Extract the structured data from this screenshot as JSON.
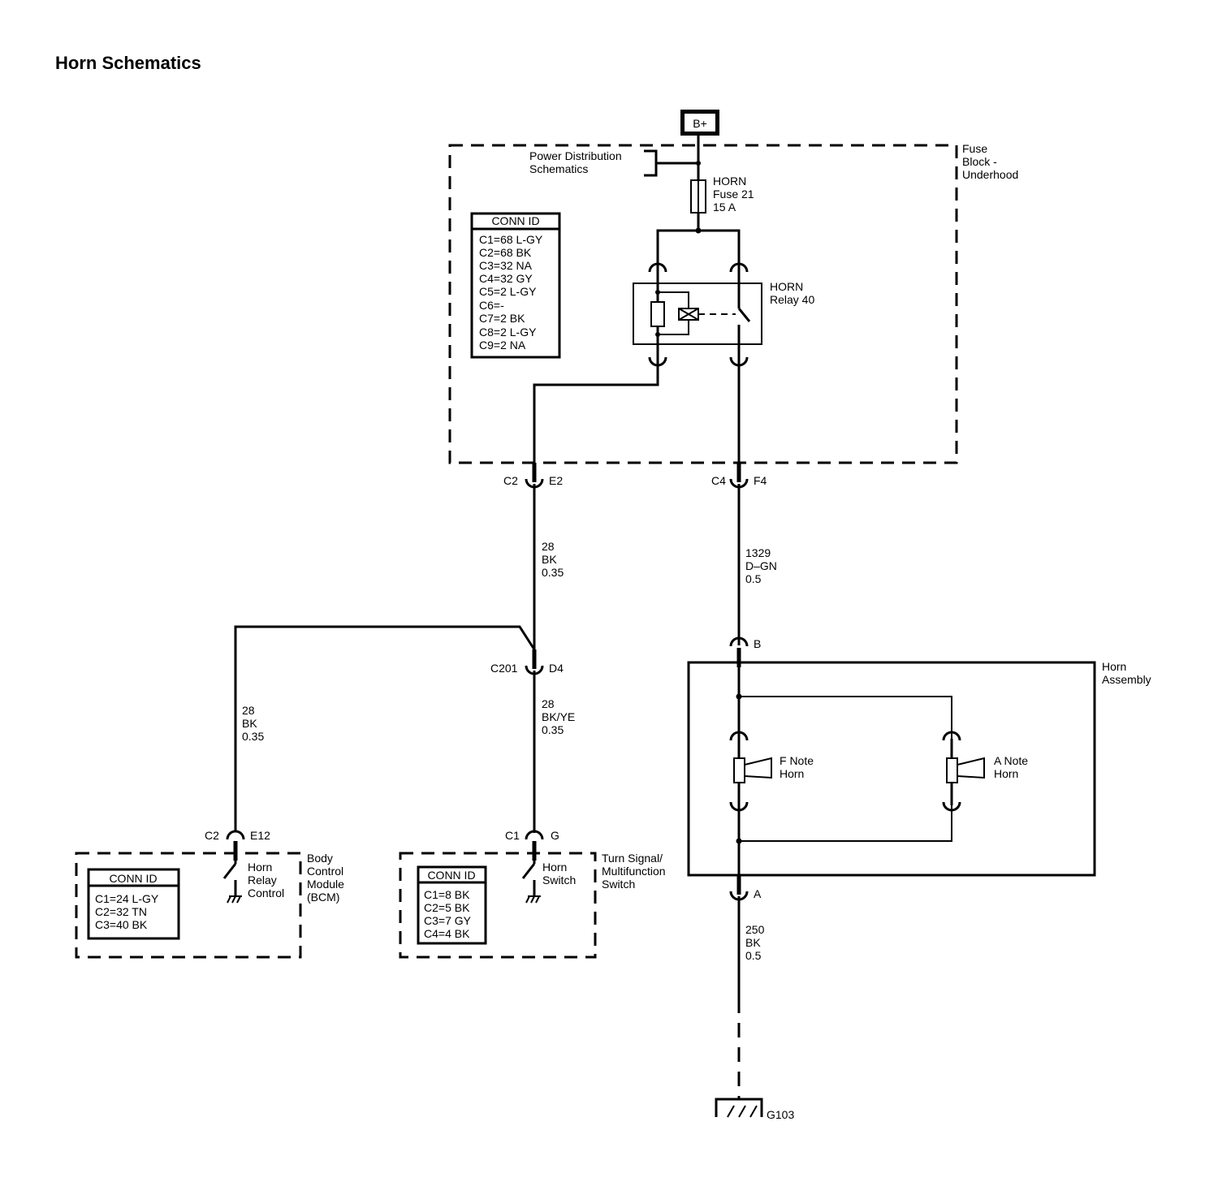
{
  "title": "Horn Schematics",
  "battery": "B+",
  "fuse_block": {
    "name": [
      "Fuse",
      "Block -",
      "Underhood"
    ],
    "power_ref": [
      "Power Distribution",
      "Schematics"
    ],
    "fuse": [
      "HORN",
      "Fuse 21",
      "15 A"
    ],
    "relay": [
      "HORN",
      "Relay 40"
    ],
    "conn_id": {
      "header": "CONN ID",
      "rows": [
        "C1=68 L-GY",
        "C2=68 BK",
        "C3=32 NA",
        "C4=32 GY",
        "C5=2 L-GY",
        "C6=-",
        "C7=2 BK",
        "C8=2 L-GY",
        "C9=2 NA"
      ]
    }
  },
  "connectors": {
    "fb_left": {
      "conn": "C2",
      "pin": "E2"
    },
    "fb_right": {
      "conn": "C4",
      "pin": "F4"
    },
    "splice": {
      "conn": "C201",
      "pin": "D4"
    },
    "horn_in": {
      "pin": "B"
    },
    "horn_out": {
      "pin": "A"
    },
    "bcm": {
      "conn": "C2",
      "pin": "E12"
    },
    "switch": {
      "conn": "C1",
      "pin": "G"
    }
  },
  "wires": {
    "relay_ctrl": [
      "28",
      "BK",
      "0.35"
    ],
    "horn_feed": [
      "1329",
      "D–GN",
      "0.5"
    ],
    "bcm_wire": [
      "28",
      "BK",
      "0.35"
    ],
    "switch_wire": [
      "28",
      "BK/YE",
      "0.35"
    ],
    "ground_wire": [
      "250",
      "BK",
      "0.5"
    ]
  },
  "horn_assembly": {
    "name": [
      "Horn",
      "Assembly"
    ],
    "f_horn": [
      "F Note",
      "Horn"
    ],
    "a_horn": [
      "A Note",
      "Horn"
    ]
  },
  "bcm": {
    "name": [
      "Body",
      "Control",
      "Module",
      "(BCM)"
    ],
    "switch_label": [
      "Horn",
      "Relay",
      "Control"
    ],
    "conn_id": {
      "header": "CONN ID",
      "rows": [
        "C1=24 L-GY",
        "C2=32 TN",
        "C3=40 BK"
      ]
    }
  },
  "turn_switch": {
    "name": [
      "Turn Signal/",
      "Multifunction",
      "Switch"
    ],
    "switch_label": [
      "Horn",
      "Switch"
    ],
    "conn_id": {
      "header": "CONN ID",
      "rows": [
        "C1=8 BK",
        "C2=5 BK",
        "C3=7 GY",
        "C4=4 BK"
      ]
    }
  },
  "ground": "G103"
}
